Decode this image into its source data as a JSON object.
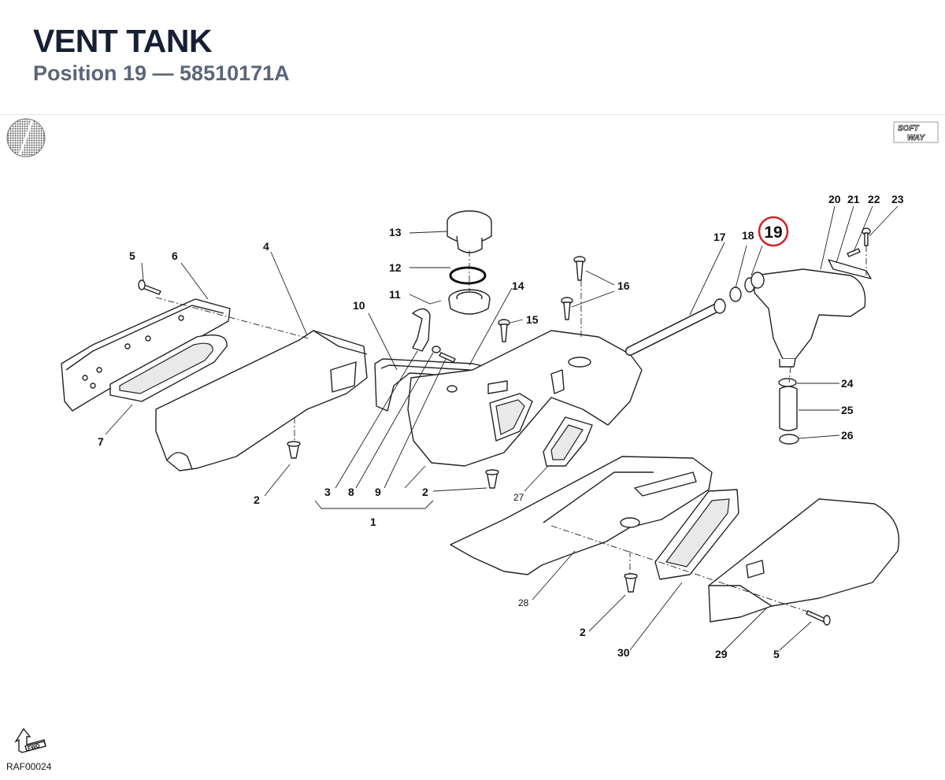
{
  "header": {
    "title": "VENT TANK",
    "subtitle": "Position 19 — 58510171A"
  },
  "diagram": {
    "highlight_color": "#d0202b",
    "callouts": {
      "c1": "1",
      "c2a": "2",
      "c2b": "2",
      "c2c": "2",
      "c3": "3",
      "c4": "4",
      "c5a": "5",
      "c5b": "5",
      "c6": "6",
      "c7": "7",
      "c8": "8",
      "c9": "9",
      "c10": "10",
      "c11": "11",
      "c12": "12",
      "c13": "13",
      "c14": "14",
      "c15": "15",
      "c16": "16",
      "c17": "17",
      "c18": "18",
      "c19": "19",
      "c20": "20",
      "c21": "21",
      "c22": "22",
      "c23": "23",
      "c24": "24",
      "c25": "25",
      "c26": "26",
      "c27": "27",
      "c28": "28",
      "c29": "29",
      "c30": "30"
    }
  },
  "brand": {
    "line1": "SOFT",
    "line2": "WAY"
  },
  "fwd_label": "FWD",
  "reference_code": "RAF00024",
  "icons": [
    "section-disc-icon",
    "softway-logo",
    "fwd-arrow-icon"
  ]
}
